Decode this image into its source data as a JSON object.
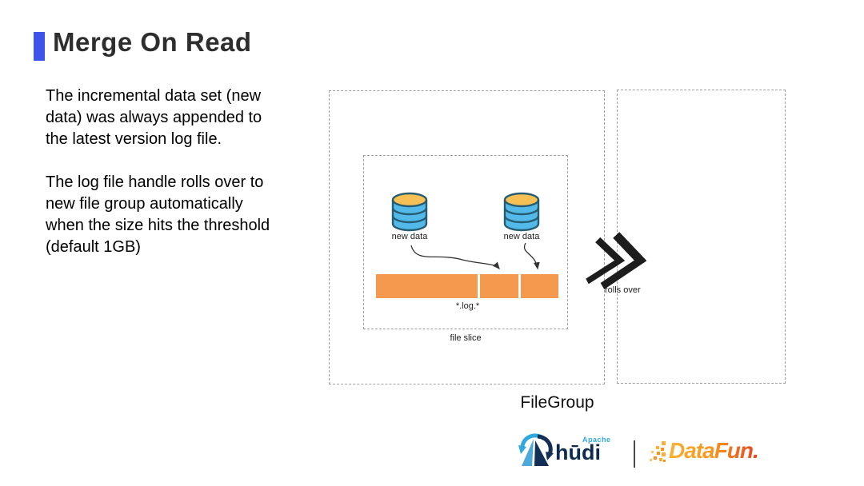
{
  "slide": {
    "title": "Merge On Read",
    "body_paragraphs": {
      "p1": "The incremental data set (new\ndata) was always appended to\nthe latest version log file.",
      "p2": "The log file handle rolls over to\nnew file group automatically\nwhen the size hits the threshold\n(default 1GB)"
    }
  },
  "diagram": {
    "file_group_label": "FileGroup",
    "file_slice_label": "file slice",
    "log_label": "*.log.*",
    "rolls_over_label": "rolls over",
    "cylinders": [
      {
        "label": "new data"
      },
      {
        "label": "new data"
      }
    ],
    "log_segments": 3
  },
  "footer": {
    "hudi": {
      "apache": "Apache",
      "wordmark": "hūdi"
    },
    "separator_icon": "vertical-bar",
    "datafun": {
      "wordmark": "DataFun."
    }
  },
  "colors": {
    "accent_blue": "#3C55E8",
    "title_text": "#2e2e2e",
    "log_bar_orange": "#F5994E",
    "cylinder_body_blue": "#52B9E9",
    "cylinder_top_yellow": "#F7C054",
    "cylinder_stroke": "#265D73",
    "dashed_border_gray": "#a0a0a0",
    "chevron_black": "#1d1d1d",
    "hudi_navy": "#0D2B4F",
    "hudi_light_blue": "#2FA8E0",
    "datafun_gradient_start": "#F9B233",
    "datafun_gradient_end": "#E8431F"
  }
}
